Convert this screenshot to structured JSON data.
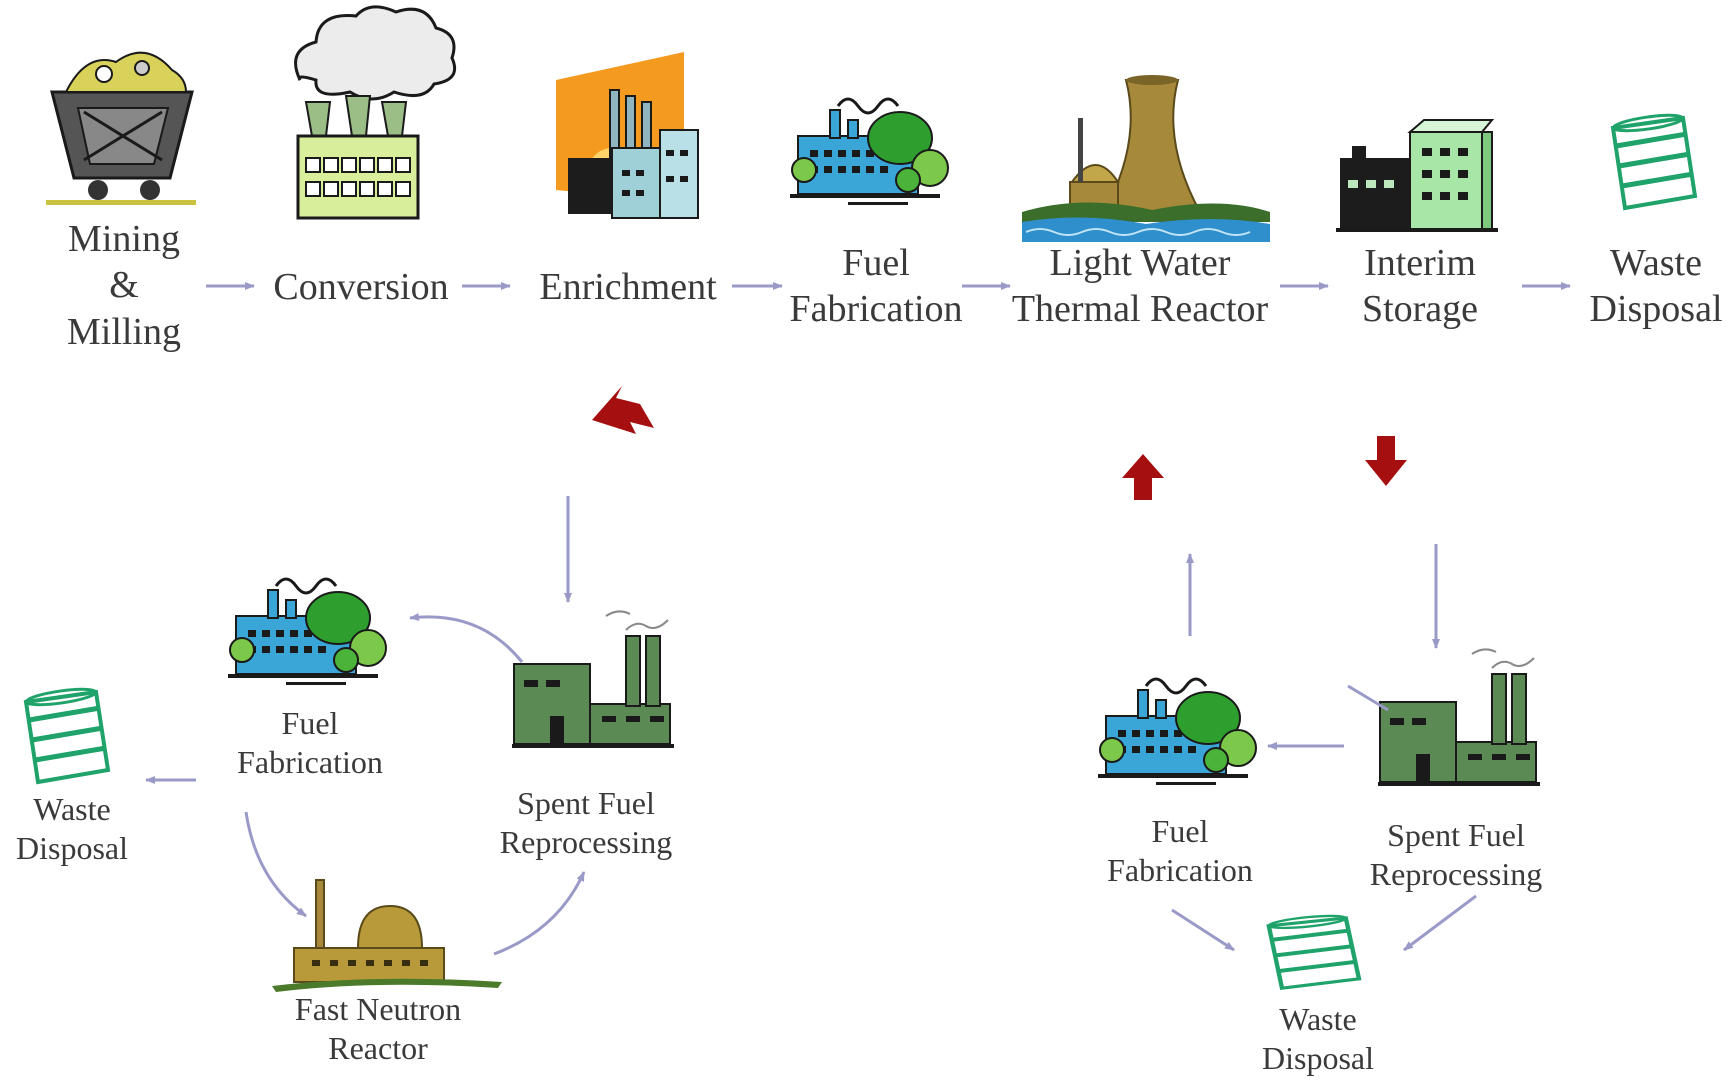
{
  "colors": {
    "flow_arrow": "#9a9ac8",
    "red_arrow": "#a50f0f",
    "label_text": "#3a3a3a",
    "plant_blue": "#3aa6d8",
    "tree_green": "#2e9e2e",
    "reprocessing_green": "#5c8a55",
    "cooling_tower": "#a6893a",
    "waste_drum_green": "#1fa36a",
    "water_blue": "#2f8fcc"
  },
  "top_row": [
    {
      "id": "mining",
      "lines": [
        "Mining",
        "&",
        "Milling"
      ],
      "icon": "mine-cart-icon"
    },
    {
      "id": "conversion",
      "lines": [
        "Conversion"
      ],
      "icon": "conversion-plant-icon"
    },
    {
      "id": "enrichment",
      "lines": [
        "Enrichment"
      ],
      "icon": "enrichment-plant-icon"
    },
    {
      "id": "fabrication",
      "lines": [
        "Fuel",
        "Fabrication"
      ],
      "icon": "fuel-fabrication-icon"
    },
    {
      "id": "lwr",
      "lines": [
        "Light Water",
        "Thermal Reactor"
      ],
      "icon": "cooling-tower-reactor-icon"
    },
    {
      "id": "storage",
      "lines": [
        "Interim",
        "Storage"
      ],
      "icon": "interim-storage-icon"
    },
    {
      "id": "waste",
      "lines": [
        "Waste",
        "Disposal"
      ],
      "icon": "waste-drum-icon"
    }
  ],
  "left_loop": [
    {
      "id": "fabrication",
      "lines": [
        "Fuel",
        "Fabrication"
      ],
      "icon": "fuel-fabrication-icon"
    },
    {
      "id": "waste",
      "lines": [
        "Waste",
        "Disposal"
      ],
      "icon": "waste-drum-icon"
    },
    {
      "id": "reprocessing",
      "lines": [
        "Spent Fuel",
        "Reprocessing"
      ],
      "icon": "reprocessing-plant-icon"
    },
    {
      "id": "fnr",
      "lines": [
        "Fast Neutron",
        "Reactor"
      ],
      "icon": "fast-reactor-icon"
    }
  ],
  "right_loop": [
    {
      "id": "fabrication",
      "lines": [
        "Fuel",
        "Fabrication"
      ],
      "icon": "fuel-fabrication-icon"
    },
    {
      "id": "reprocessing",
      "lines": [
        "Spent Fuel",
        "Reprocessing"
      ],
      "icon": "reprocessing-plant-icon"
    },
    {
      "id": "waste",
      "lines": [
        "Waste",
        "Disposal"
      ],
      "icon": "waste-drum-icon"
    }
  ]
}
